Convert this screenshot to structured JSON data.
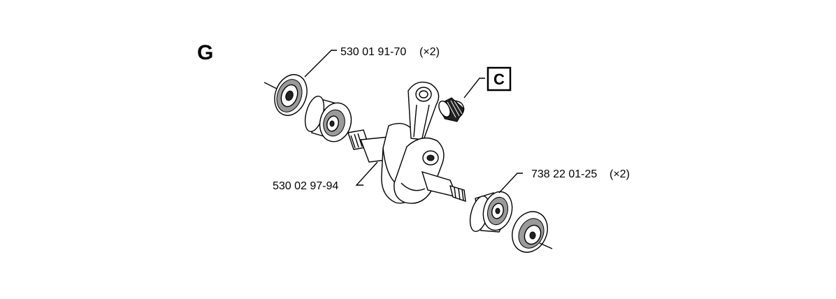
{
  "section_letter": "G",
  "reference_box_letter": "C",
  "parts": [
    {
      "part_number": "530 01 91-70",
      "qty": "(×2)"
    },
    {
      "part_number": "530 02 97-94",
      "qty": ""
    },
    {
      "part_number": "738 22 01-25",
      "qty": "(×2)"
    }
  ]
}
